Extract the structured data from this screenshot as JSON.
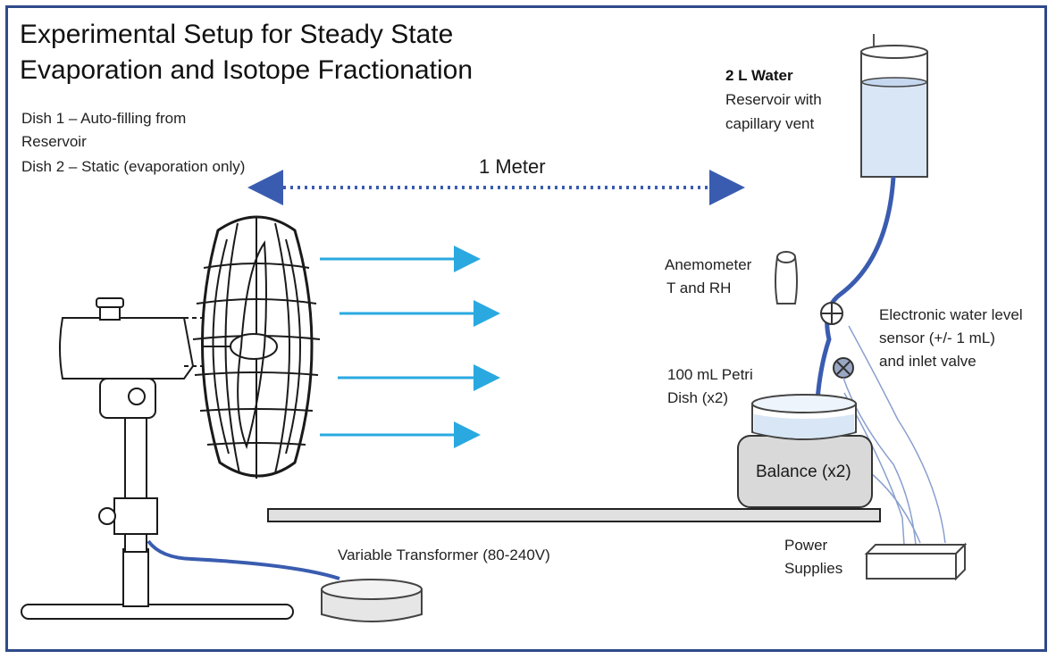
{
  "title": {
    "line1": "Experimental Setup for Steady State",
    "line2": "Evaporation and Isotope Fractionation"
  },
  "notes": {
    "dish1_line1": "Dish 1 – Auto-filling from",
    "dish1_line2": "Reservoir",
    "dish2": "Dish 2 – Static (evaporation only)"
  },
  "distance": {
    "label": "1 Meter"
  },
  "reservoir": {
    "line1": "2 L Water",
    "line2": "Reservoir with",
    "line3": "capillary vent"
  },
  "anemometer": {
    "line1": "Anemometer",
    "line2": "T and RH"
  },
  "sensor": {
    "line1": "Electronic water level",
    "line2": "sensor (+/- 1 mL)",
    "line3": "and inlet valve"
  },
  "petri": {
    "line1": "100 mL Petri",
    "line2": "Dish (x2)"
  },
  "balance": {
    "label": "Balance (x2)"
  },
  "transformer": {
    "label": "Variable Transformer (80-240V)"
  },
  "power": {
    "line1": "Power",
    "line2": "Supplies"
  },
  "colors": {
    "frame": "#2e4a8a",
    "arrow": "#29a9e0",
    "tube": "#3a5cb0",
    "water": "#d9e6f5",
    "balance_fill": "#d9d9d9"
  }
}
